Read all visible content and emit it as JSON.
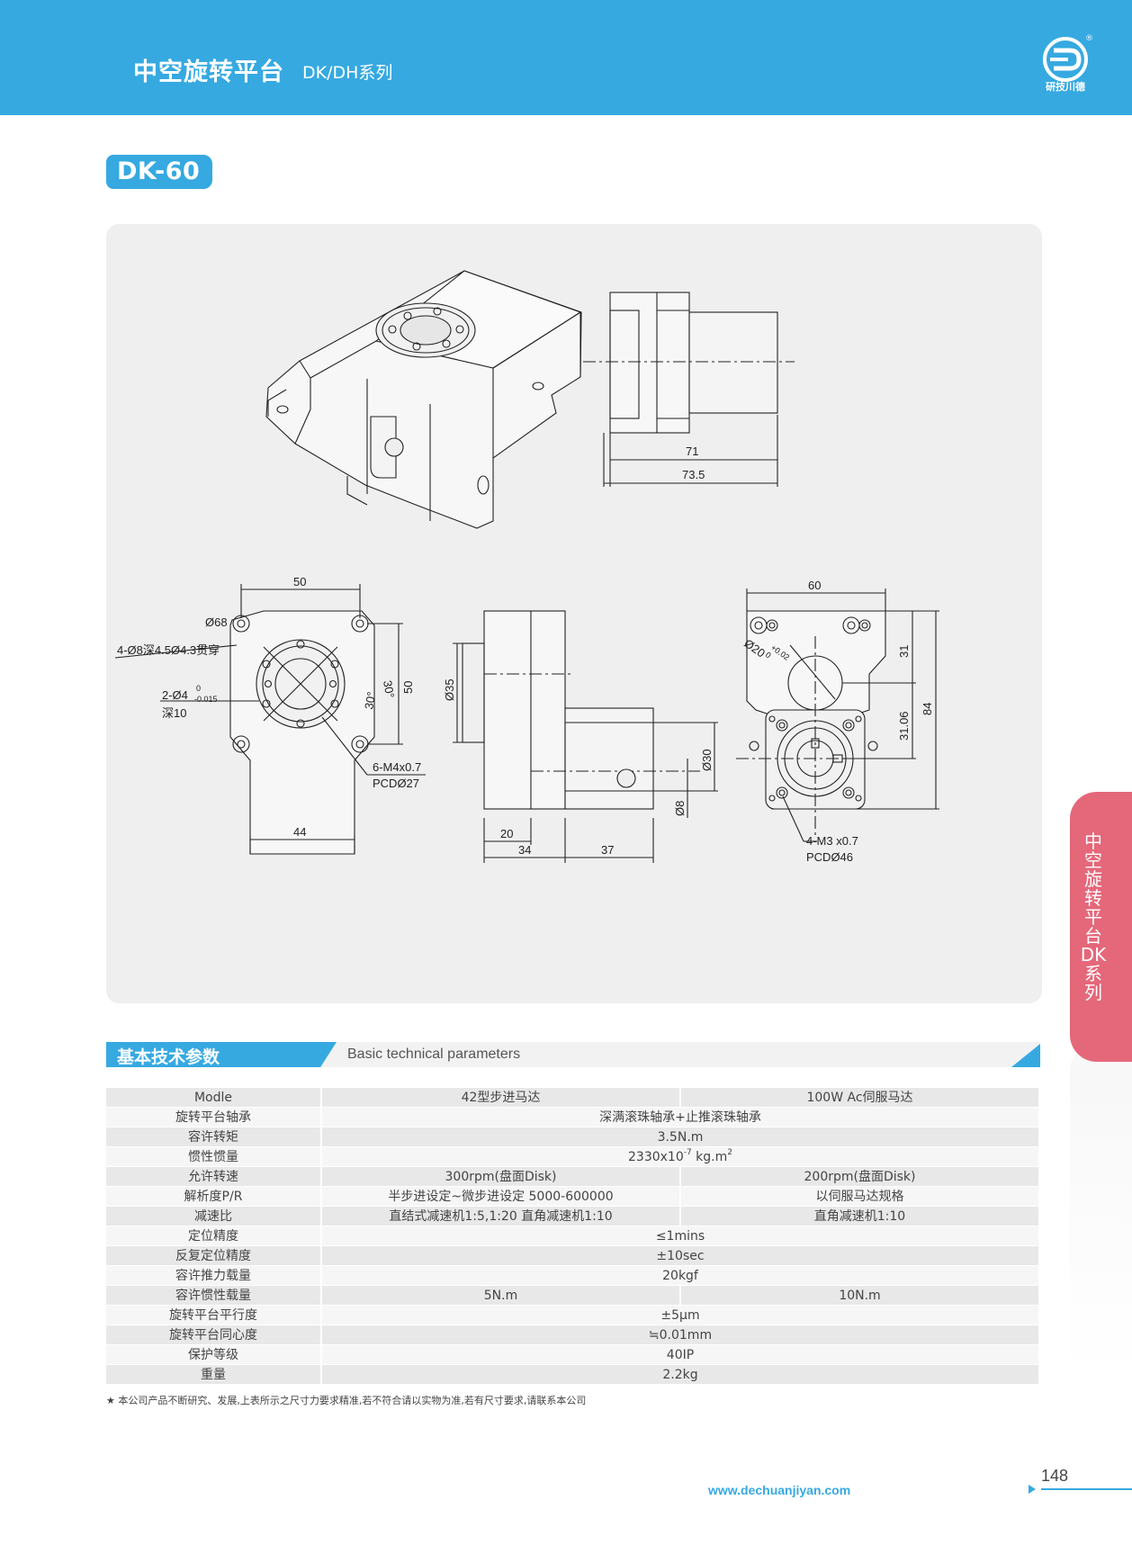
{
  "header": {
    "title": "中空旋转平台",
    "subtitle": "DK/DH系列",
    "logo_text": "研技川德"
  },
  "model": "DK-60",
  "side_tab": "中空旋转平台DK系列",
  "drawing": {
    "side_view_dims": [
      "71",
      "73.5"
    ],
    "front_view": {
      "width_top": "50",
      "width_bottom": "44",
      "height_right": "50",
      "angle1": "30°",
      "angle2": "30°",
      "dia_label": "Ø68",
      "holes_label": "4-Ø8深4.5Ø4.3贯穿",
      "pin_label_main": "2-Ø4",
      "pin_tol_upper": "0",
      "pin_tol_lower": "-0.015",
      "pin_depth": "深10",
      "thread_label": "6-M4x0.7",
      "pcd_label": "PCDØ27"
    },
    "section_view": {
      "dia35": "Ø35",
      "dia30": "Ø30",
      "dia8": "Ø8",
      "dim20": "20",
      "dim34": "34",
      "dim37": "37"
    },
    "back_view": {
      "width_top": "60",
      "bore": "Ø20",
      "bore_tol_upper": "+0.02",
      "bore_tol_lower": "0",
      "dim31": "31",
      "dim3106": "31.06",
      "dim84": "84",
      "thread_label": "4-M3 x0.7",
      "pcd_label": "PCDØ46"
    }
  },
  "params_section": {
    "title_cn": "基本技术参数",
    "title_en": "Basic technical parameters"
  },
  "params_rows": {
    "r0": {
      "label": "Modle",
      "a": "42型步进马达",
      "b": "100W Ac伺服马达"
    },
    "r1": {
      "label": "旋转平台轴承",
      "v": "深满滚珠轴承+止推滚珠轴承"
    },
    "r2": {
      "label": "容许转矩",
      "v": "3.5N.m"
    },
    "r3": {
      "label": "惯性惯量",
      "v_base": "2330x10",
      "v_exp": "-7",
      "v_unit": " kg.m",
      "v_unit_exp": "2"
    },
    "r4": {
      "label": "允许转速",
      "a": "300rpm(盘面Disk)",
      "b": "200rpm(盘面Disk)"
    },
    "r5": {
      "label": "解析度P/R",
      "a": "半步进设定~微步进设定 5000-600000",
      "b": "以伺服马达规格"
    },
    "r6": {
      "label": "减速比",
      "a": "直结式减速机1:5,1:20 直角减速机1:10",
      "b": "直角减速机1:10"
    },
    "r7": {
      "label": "定位精度",
      "v": "≤1mins"
    },
    "r8": {
      "label": "反复定位精度",
      "v": "±10sec"
    },
    "r9": {
      "label": "容许推力载量",
      "v": "20kgf"
    },
    "r10": {
      "label": "容许惯性载量",
      "a": "5N.m",
      "b": "10N.m"
    },
    "r11": {
      "label": "旋转平台平行度",
      "v": "±5μm"
    },
    "r12": {
      "label": "旋转平台同心度",
      "v": "≒0.01mm"
    },
    "r13": {
      "label": "保护等级",
      "v": "40IP"
    },
    "r14": {
      "label": "重量",
      "v": "2.2kg"
    }
  },
  "footnote": "本公司产品不断研究、发展,上表所示之尺寸力要求精准,若不符合请以实物为准,若有尺寸要求,请联系本公司",
  "footer": {
    "url": "www.dechuanjiyan.com",
    "page": "148"
  },
  "colors": {
    "brand_blue": "#36a9e1",
    "side_red": "#e5677a",
    "panel_gray": "#efefef"
  }
}
